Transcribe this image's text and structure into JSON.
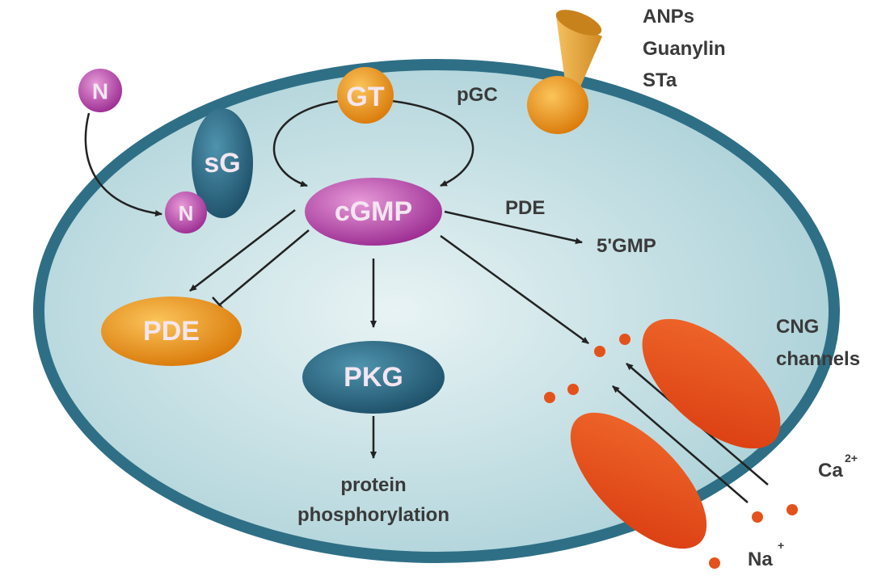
{
  "nodes": {
    "no_outside": "N",
    "no_inside": "N",
    "sg": "sG",
    "gt": "GT",
    "cgmp": "cGMP",
    "pde": "PDE",
    "pkg": "PKG"
  },
  "labels": {
    "pgc": "pGC",
    "pde_arrow": "PDE",
    "gmp5": "5'GMP",
    "protein": "protein",
    "phosphorylation": "phosphorylation",
    "cng_1": "CNG",
    "cng_2": "channels",
    "ca": "Ca",
    "ca_charge": "2+",
    "na": "Na",
    "na_charge": "+",
    "ligand_1": "ANPs",
    "ligand_2": "Guanylin",
    "ligand_3": "STa"
  },
  "colors": {
    "cell_fill": "#b9dbe0",
    "membrane": "#2e6f86",
    "magenta": "#b03aa8",
    "orange": "#e98a12",
    "teal": "#245f7a",
    "channel": "#e2451a"
  }
}
